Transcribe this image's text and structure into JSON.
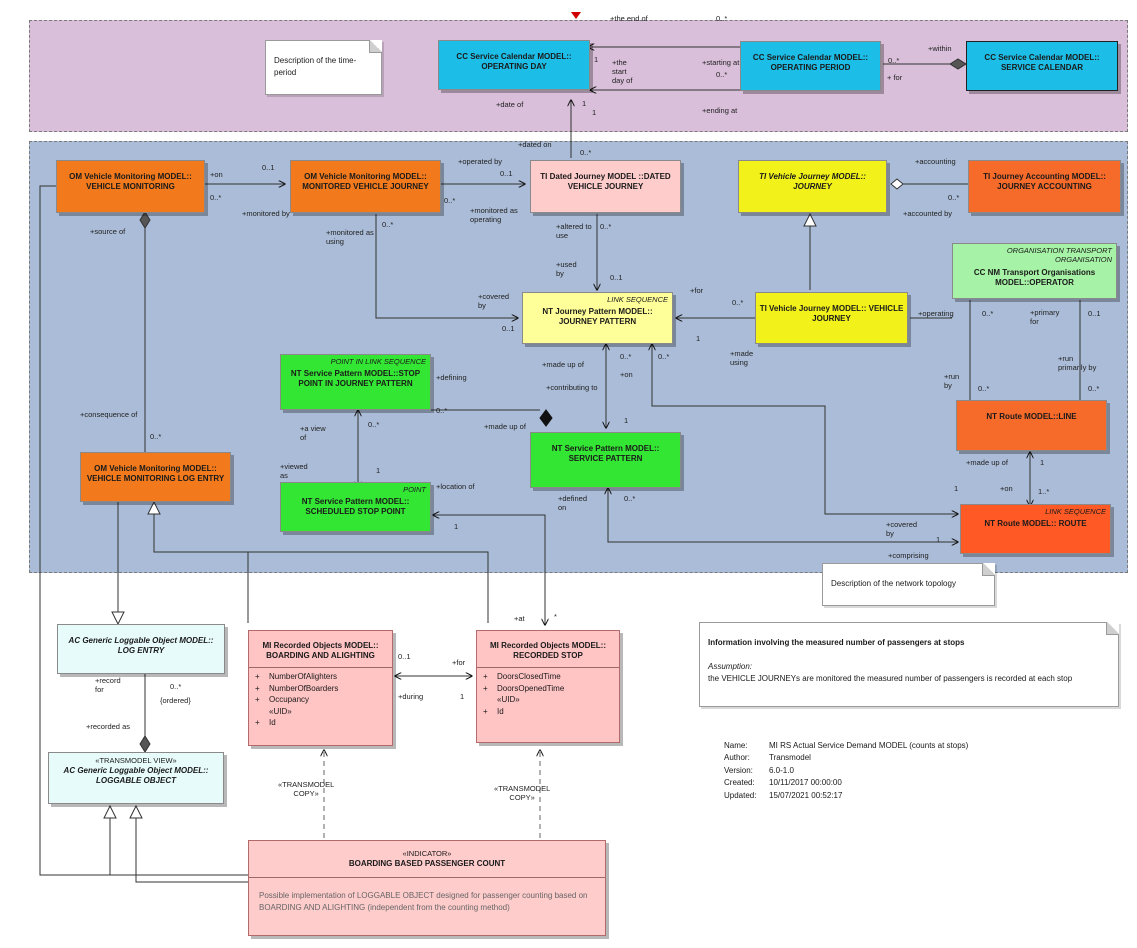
{
  "classes": {
    "operating_day": {
      "name": "CC Service Calendar MODEL:: OPERATING DAY"
    },
    "operating_period": {
      "name": "CC Service Calendar MODEL:: OPERATING PERIOD"
    },
    "service_calendar": {
      "name": "CC Service Calendar MODEL:: SERVICE CALENDAR"
    },
    "vehicle_monitoring": {
      "name": "OM Vehicle Monitoring MODEL:: VEHICLE MONITORING"
    },
    "monitored_vehicle_journey": {
      "name": "OM Vehicle Monitoring MODEL:: MONITORED VEHICLE JOURNEY"
    },
    "dated_vehicle_journey": {
      "name": "TI Dated Journey MODEL ::DATED VEHICLE JOURNEY"
    },
    "journey": {
      "name": "TI Vehicle Journey MODEL:: JOURNEY"
    },
    "journey_accounting": {
      "name": "TI Journey Accounting MODEL:: JOURNEY ACCOUNTING"
    },
    "operator": {
      "stereotype": "ORGANISATION TRANSPORT ORGANISATION",
      "name": "CC NM Transport Organisations MODEL::OPERATOR"
    },
    "journey_pattern": {
      "stereotype": "LINK SEQUENCE",
      "name": "NT Journey Pattern MODEL:: JOURNEY PATTERN"
    },
    "vehicle_journey": {
      "name": "TI Vehicle Journey MODEL:: VEHICLE JOURNEY"
    },
    "stop_point_in_jp": {
      "stereotype": "POINT IN LINK SEQUENCE",
      "name": "NT Service Pattern MODEL::STOP POINT IN JOURNEY PATTERN"
    },
    "service_pattern": {
      "name": "NT Service Pattern MODEL:: SERVICE PATTERN"
    },
    "line": {
      "name": "NT Route MODEL::LINE"
    },
    "vm_log_entry": {
      "name": "OM Vehicle Monitoring MODEL:: VEHICLE MONITORING LOG ENTRY"
    },
    "scheduled_stop_point": {
      "stereotype": "POINT",
      "name": "NT Service Pattern MODEL:: SCHEDULED STOP POINT"
    },
    "route": {
      "stereotype": "LINK SEQUENCE",
      "name": "NT Route MODEL:: ROUTE"
    },
    "log_entry": {
      "name": "AC Generic Loggable Object MODEL:: LOG ENTRY"
    },
    "loggable_object": {
      "stereotype": "«TRANSMODEL VIEW»",
      "name": "AC Generic Loggable Object MODEL:: LOGGABLE OBJECT"
    },
    "boarding_alighting": {
      "name": "MI Recorded Objects MODEL:: BOARDING AND ALIGHTING",
      "attributes": [
        {
          "vis": "+",
          "name": "NumberOfAlighters"
        },
        {
          "vis": "+",
          "name": "NumberOfBoarders"
        },
        {
          "vis": "+",
          "name": "Occupancy"
        }
      ],
      "uid_label": "«UID»",
      "uid": {
        "vis": "+",
        "name": "Id"
      }
    },
    "recorded_stop": {
      "name": "MI Recorded Objects MODEL:: RECORDED STOP",
      "attributes": [
        {
          "vis": "+",
          "name": "DoorsClosedTime"
        },
        {
          "vis": "+",
          "name": "DoorsOpenedTime"
        }
      ],
      "uid_label": "«UID»",
      "uid": {
        "vis": "+",
        "name": "Id"
      }
    },
    "passenger_count": {
      "stereotype": "«INDICATOR»",
      "name": "BOARDING BASED PASSENGER COUNT",
      "description": "Possible implementation of LOGGABLE OBJECT designed for passenger counting based on BOARDING AND ALIGHTING (independent from the counting method)"
    }
  },
  "notes": {
    "time_period": "Description of the time-period",
    "network_topology": "Description of the network topology",
    "info_title": "Information involving the measured number of passengers at stops",
    "info_assumption_label": "Assumption:",
    "info_assumption_text": "the VEHICLE JOURNEYs are monitored the measured number of passengers is recorded at each stop"
  },
  "labels": {
    "the_end_of": "+the end of",
    "the_end_of_mult": "0..*",
    "starting_at": "+starting at",
    "starting_at_mult": "0..*",
    "starting_at_1": "1",
    "the_start_day_of": "+the\nstart\nday of",
    "ending_at": "+ending at",
    "ending_at_1": "1",
    "within": "+within",
    "within_mult": "0..*",
    "for_sc": "+ for",
    "date_of": "+date of",
    "date_of_1": "1",
    "dated_on": "+dated on",
    "dated_on_mult": "0..*",
    "on_vm": "+on",
    "on_vm_01": "0..1",
    "on_vm_mult": "0..*",
    "monitored_by": "+monitored by",
    "operated_by": "+operated by",
    "operated_by_01": "0..1",
    "operated_by_mult": "0..*",
    "monitored_as_operating": "+monitored as\noperating",
    "monitored_as_using": "+monitored as\nusing",
    "monitored_as_using_mult": "0..*",
    "covered_by_jp": "+covered\nby",
    "covered_by_jp_01": "0..1",
    "altered_to_use": "+altered to\nuse",
    "altered_mult": "0..*",
    "used_by": "+used\nby",
    "used_by_01": "0..1",
    "accounting": "+accounting",
    "accounting_mult": "0..*",
    "accounted_by": "+accounted by",
    "for_vj": "+for",
    "for_vj_mult": "0..*",
    "for_vj_1": "1",
    "operating": "+operating",
    "operating_mult": "0..*",
    "made_using": "+made\nusing",
    "primary_for": "+primary\nfor",
    "primary_for_01": "0..1",
    "run_by": "+run\nby",
    "run_by_mult": "0..*",
    "run_primarily_by": "+run\nprimarily by",
    "run_primarily_mult": "0..*",
    "source_of": "+source of",
    "consequence_of": "+consequence of",
    "consequence_mult": "0..*",
    "defining": "+defining",
    "made_up_of_jp": "+made up of",
    "made_up_of_jp_mult": "0..*",
    "contributing_to": "+contributing to",
    "on_sp": "+on",
    "on_sp_1": "1",
    "on_sp_mult": "0..*",
    "made_up_of_sp": "+made up of",
    "made_up_of_sp_mult": "0..*",
    "a_view_of": "+a view\nof",
    "a_view_mult": "0..*",
    "viewed_as": "+viewed\nas",
    "viewed_as_1": "1",
    "location_of": "+location of",
    "location_of_1": "1",
    "defined_on": "+defined\non",
    "defined_on_mult": "0..*",
    "made_up_of_line": "+made up of",
    "made_up_of_line_1": "1",
    "on_route": "+on",
    "on_route_mult": "1..*",
    "on_route_1": "1",
    "covered_by_route": "+covered\nby",
    "covered_by_route_1": "1",
    "comprising": "+comprising",
    "at": "+at",
    "at_mult": "*",
    "for_rs": "+for",
    "for_rs_01": "0..1",
    "during": "+during",
    "during_1": "1",
    "record_for": "+record\nfor",
    "record_for_mult": "0..*",
    "ordered": "{ordered}",
    "recorded_as": "+recorded as",
    "transmodel_copy_1": "«TRANSMODEL\nCOPY»",
    "transmodel_copy_2": "«TRANSMODEL\nCOPY»"
  },
  "metadata": [
    {
      "key": "Name:",
      "value": "MI RS Actual Service Demand MODEL (counts at stops)"
    },
    {
      "key": "Author:",
      "value": "Transmodel"
    },
    {
      "key": "Version:",
      "value": "6.0-1.0"
    },
    {
      "key": "Created:",
      "value": "10/11/2017 00:00:00"
    },
    {
      "key": "Updated:",
      "value": "15/07/2021 00:52:17"
    }
  ],
  "colors": {
    "calendar_package": "#d9bfd9",
    "network_package": "#aabcd7",
    "cyan": "#1cbde7",
    "orange": "#f27a1c",
    "pink": "#ffcccc",
    "yellow": "#ffff99",
    "yellow_dark": "#f2f21a",
    "green": "#33e633",
    "light_green": "#a6f2a6",
    "red_orange": "#ff5a26",
    "light_cyan": "#e8fbfb",
    "record_pink": "#ffc4c4"
  }
}
